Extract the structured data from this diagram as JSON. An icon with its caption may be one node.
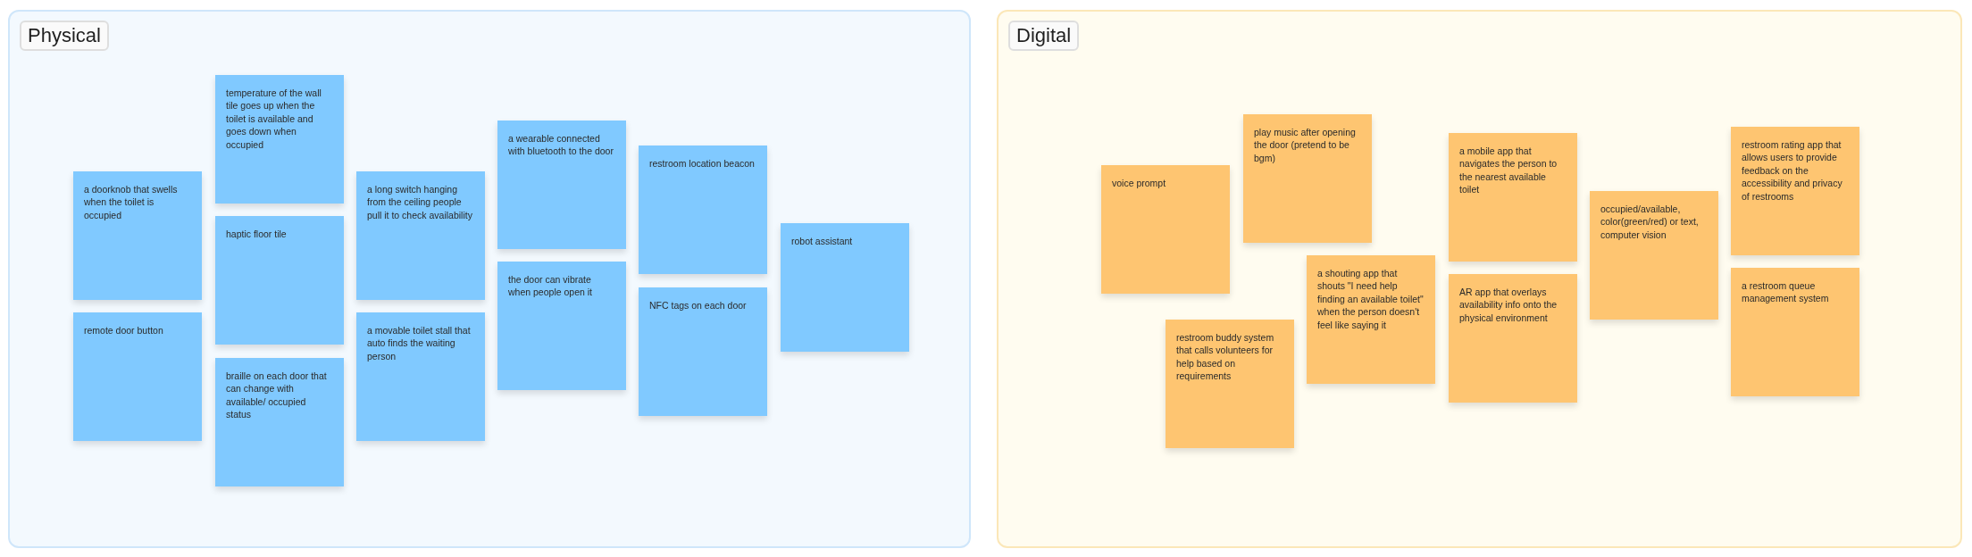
{
  "diagram": {
    "nodes": [
      {
        "text": [
          "Physical"
        ]
      },
      {
        "text": [
          "a doorknob that swells when the toilet is occupied"
        ],
        "in": 0
      },
      {
        "text": [
          "remote door button"
        ],
        "in": 0
      },
      {
        "text": [
          "temperature of the wall tile goes up when the toilet is available and goes down when occupied"
        ],
        "in": 0
      },
      {
        "text": [
          "haptic floor tile"
        ],
        "in": 0
      },
      {
        "text": [
          "braille on each door that can change with available/ occupied status"
        ],
        "in": 0
      },
      {
        "text": [
          "a long switch hanging from the ceiling people pull it to check availability"
        ],
        "in": 0
      },
      {
        "text": [
          "a movable toilet stall that auto finds the waiting person"
        ],
        "in": 0
      },
      {
        "text": [
          "a wearable connected with bluetooth to the door"
        ],
        "in": 0
      },
      {
        "text": [
          "the door can vibrate when people open it"
        ],
        "in": 0
      },
      {
        "text": [
          "restroom location beacon"
        ],
        "in": 0
      },
      {
        "text": [
          "NFC tags on each door"
        ],
        "in": 0
      },
      {
        "text": [
          "robot assistant"
        ],
        "in": 0
      },
      {
        "text": [
          "Digital"
        ]
      },
      {
        "text": [
          "voice prompt"
        ],
        "in": 13
      },
      {
        "text": [
          "restroom buddy system that calls volunteers for help based on requirements"
        ],
        "in": 13
      },
      {
        "text": [
          "play music after opening the door (pretend to be bgm)"
        ],
        "in": 13
      },
      {
        "text": [
          "a shouting app that shouts \"I need help finding an available toilet\" when the person doesn't feel like saying it"
        ],
        "in": 13
      },
      {
        "text": [
          "a mobile app that navigates the person to the nearest available toilet"
        ],
        "in": 13
      },
      {
        "text": [
          "AR app that overlays availability info onto the physical environment"
        ],
        "in": 13
      },
      {
        "text": [
          "occupied/available, color(green/red) or text, computer vision"
        ],
        "in": 13
      },
      {
        "text": [
          "restroom rating app that allows users to provide feedback on the accessibility and privacy of restrooms"
        ],
        "in": 13
      },
      {
        "text": [
          "a restroom queue management system"
        ],
        "in": 13
      }
    ]
  }
}
